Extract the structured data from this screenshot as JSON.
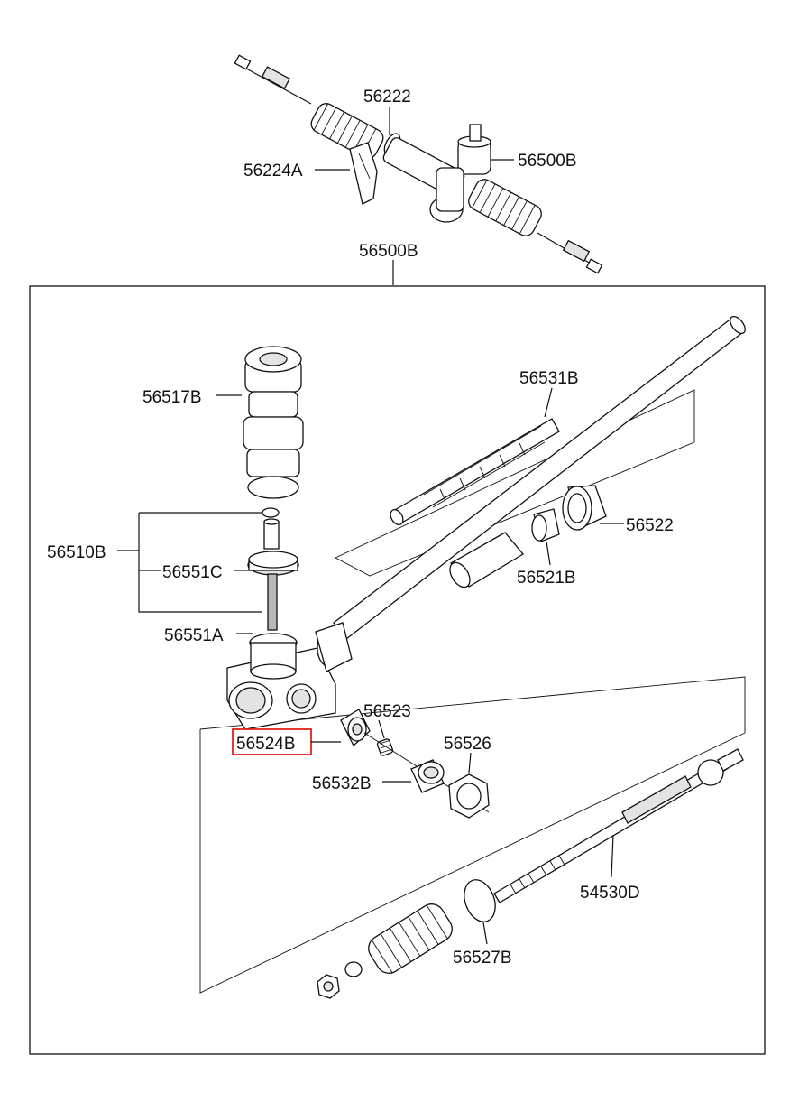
{
  "labels": {
    "boot_clip": "56222",
    "bracket_top": "56224A",
    "gear_assy_top": "56500B",
    "gear_assy_main": "56500B",
    "cover_boot": "56517B",
    "rack": "56531B",
    "pinion_assy": "56510B",
    "bearing": "56551C",
    "pinion_seal": "56551A",
    "bushing_holder": "56522",
    "rack_bushing": "56521B",
    "spring": "56523",
    "yoke": "56524B",
    "yoke_plug": "56532B",
    "lock_nut": "56526",
    "inner_ball_joint": "54530D",
    "boot_band": "56527B"
  },
  "highlight": {
    "part": "56524B",
    "color": "#e3201b"
  }
}
